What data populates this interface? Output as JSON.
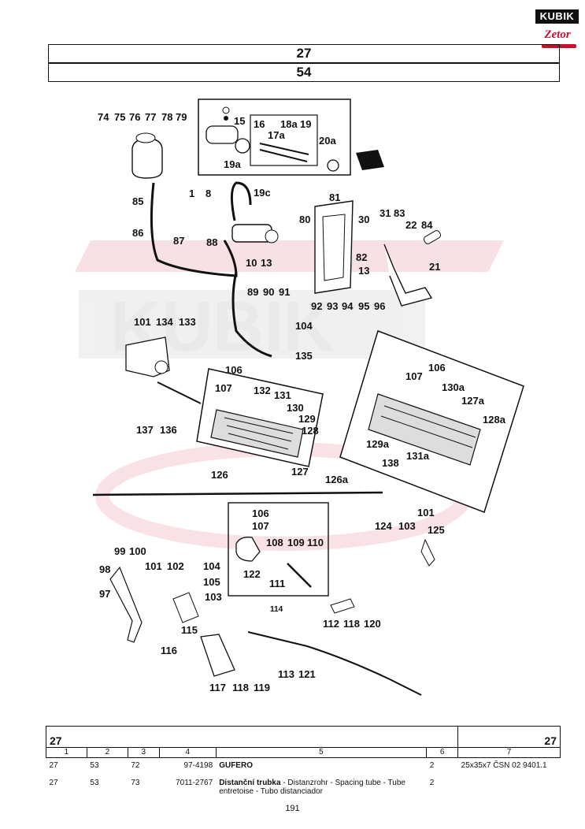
{
  "logo": {
    "brand": "KUBIK",
    "sub": "Zetor"
  },
  "header": {
    "group": "27",
    "page_section": "54"
  },
  "watermark": {
    "text": "KUBIK"
  },
  "callouts": {
    "c74": "74",
    "c75": "75",
    "c76": "76",
    "c77": "77",
    "c78": "78",
    "c79": "79",
    "c15": "15",
    "c16": "16",
    "c17a": "17a",
    "c18a": "18a",
    "c19": "19",
    "c19a": "19a",
    "c20a": "20a",
    "c19c": "19c",
    "c81": "81",
    "c1": "1",
    "c8": "8",
    "c85": "85",
    "c86": "86",
    "c87": "87",
    "c88": "88",
    "c80": "80",
    "c30": "30",
    "c31": "31",
    "c83": "83",
    "c22": "22",
    "c84": "84",
    "c10": "10",
    "c13": "13",
    "c82": "82",
    "c21": "21",
    "c13b": "13",
    "c89": "89",
    "c90": "90",
    "c91": "91",
    "c92": "92",
    "c93": "93",
    "c94": "94",
    "c95": "95",
    "c96": "96",
    "c104": "104",
    "c101": "101",
    "c134": "134",
    "c133": "133",
    "c135": "135",
    "c106": "106",
    "c107": "107",
    "c132": "132",
    "c131": "131",
    "c130": "130",
    "c129": "129",
    "c128": "128",
    "c137": "137",
    "c136": "136",
    "c126": "126",
    "c127": "127",
    "c106b": "106",
    "c107b": "107",
    "c130a": "130a",
    "c127a": "127a",
    "c128a": "128a",
    "c129a": "129a",
    "c131a": "131a",
    "c138": "138",
    "c126a": "126a",
    "c106c": "106",
    "c107c": "107",
    "c108": "108",
    "c109": "109",
    "c110": "110",
    "c122": "122",
    "c111": "111",
    "c114": "114",
    "c124": "124",
    "c103": "103",
    "c101b": "101",
    "c125": "125",
    "c99": "99",
    "c100": "100",
    "c98": "98",
    "c97": "97",
    "c101c": "101",
    "c102": "102",
    "c104b": "104",
    "c105": "105",
    "c103b": "103",
    "c115": "115",
    "c112": "112",
    "c118": "118",
    "c120": "120",
    "c116": "116",
    "c117": "117",
    "c118b": "118",
    "c119": "119",
    "c113": "113",
    "c121": "121"
  },
  "table": {
    "group_left": "27",
    "group_right": "27",
    "columns": [
      "1",
      "2",
      "3",
      "4",
      "5",
      "6",
      "7"
    ],
    "rows": [
      {
        "c1": "27",
        "c2": "53",
        "c3": "72",
        "c4": "97-4198",
        "name": "GUFERO",
        "desc": "",
        "qty": "2",
        "note": "25x35x7 ČSN 02 9401.1"
      },
      {
        "c1": "27",
        "c2": "53",
        "c3": "73",
        "c4": "7011-2767",
        "name": "Distanční trubka",
        "desc": " - Distanzrohr - Spacing tube - Tube entretoise - Tubo distanciador",
        "qty": "2",
        "note": ""
      }
    ]
  },
  "footer": {
    "page": "191"
  }
}
